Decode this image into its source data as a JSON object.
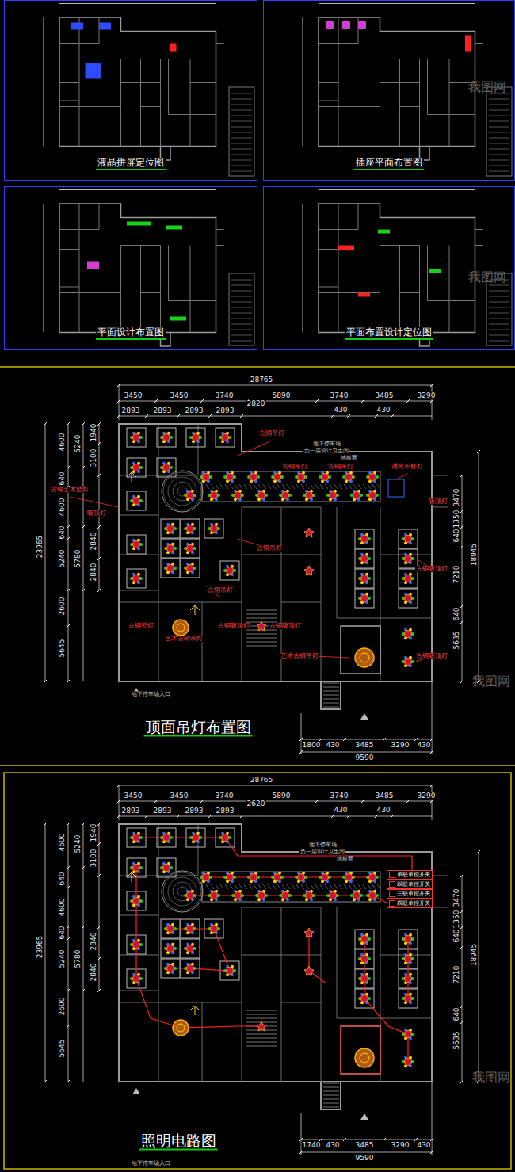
{
  "diagram": {
    "nodes": [
      {
        "text": [
          "液晶拼屏定位图"
        ]
      },
      {
        "text": [
          "插座平面布置图"
        ]
      },
      {
        "text": [
          "平面设计布置图"
        ]
      },
      {
        "text": [
          "平面布置设计定位图"
        ]
      }
    ],
    "labels": [
      "28765",
      "3450",
      "3450",
      "3740",
      "5890",
      "3740",
      "3485",
      "3290",
      "2893",
      "2893",
      "2893",
      "2893",
      "2820",
      "430",
      "430",
      "4600",
      "640",
      "4600",
      "640",
      "5240",
      "2600",
      "5645",
      "5240",
      "5780",
      "1940",
      "3100",
      "2840",
      "2840",
      "23965",
      "3470",
      "1350",
      "640",
      "7210",
      "640",
      "5635",
      "18945",
      "1800",
      "430",
      "3485",
      "3290",
      "430",
      "9590",
      "古铜吊灯",
      "地下停车场",
      "负一层设计卫生间",
      "地板面",
      "古铜吊灯",
      "古铜吊灯",
      "调光长條灯",
      "古铜艺术壁灯",
      "吸顶灯",
      "吸顶灯",
      "古铜吊灯",
      "古铜吸顶灯",
      "古铜吊灯",
      "古铜壁灯",
      "艺术古铜吊灯",
      "古铜吸顶灯",
      "古铜吸顶灯",
      "艺术古铜吊灯",
      "古铜吸顶灯",
      "地下停车场入口",
      "顶面吊灯布置图",
      "28765",
      "3450",
      "3450",
      "3740",
      "5890",
      "3740",
      "3485",
      "3290",
      "2893",
      "2893",
      "2893",
      "2893",
      "2620",
      "430",
      "430",
      "4600",
      "640",
      "4600",
      "640",
      "5240",
      "2600",
      "5645",
      "5240",
      "5780",
      "1940",
      "3100",
      "2840",
      "2840",
      "23965",
      "3470",
      "1350",
      "640",
      "7210",
      "640",
      "5635",
      "18945",
      "1740",
      "430",
      "3485",
      "3290",
      "430",
      "9590",
      "地下停车场",
      "负一层设计卫生间",
      "地板面",
      "照明电路图",
      "地下停车场入口",
      "我图网",
      "我图网",
      "我图网",
      "我图网"
    ],
    "legend": [
      {
        "text": "单联单控开关"
      },
      {
        "text": "双联单控开关"
      },
      {
        "text": "三联单控开关"
      },
      {
        "text": "四联单控开关"
      }
    ]
  }
}
